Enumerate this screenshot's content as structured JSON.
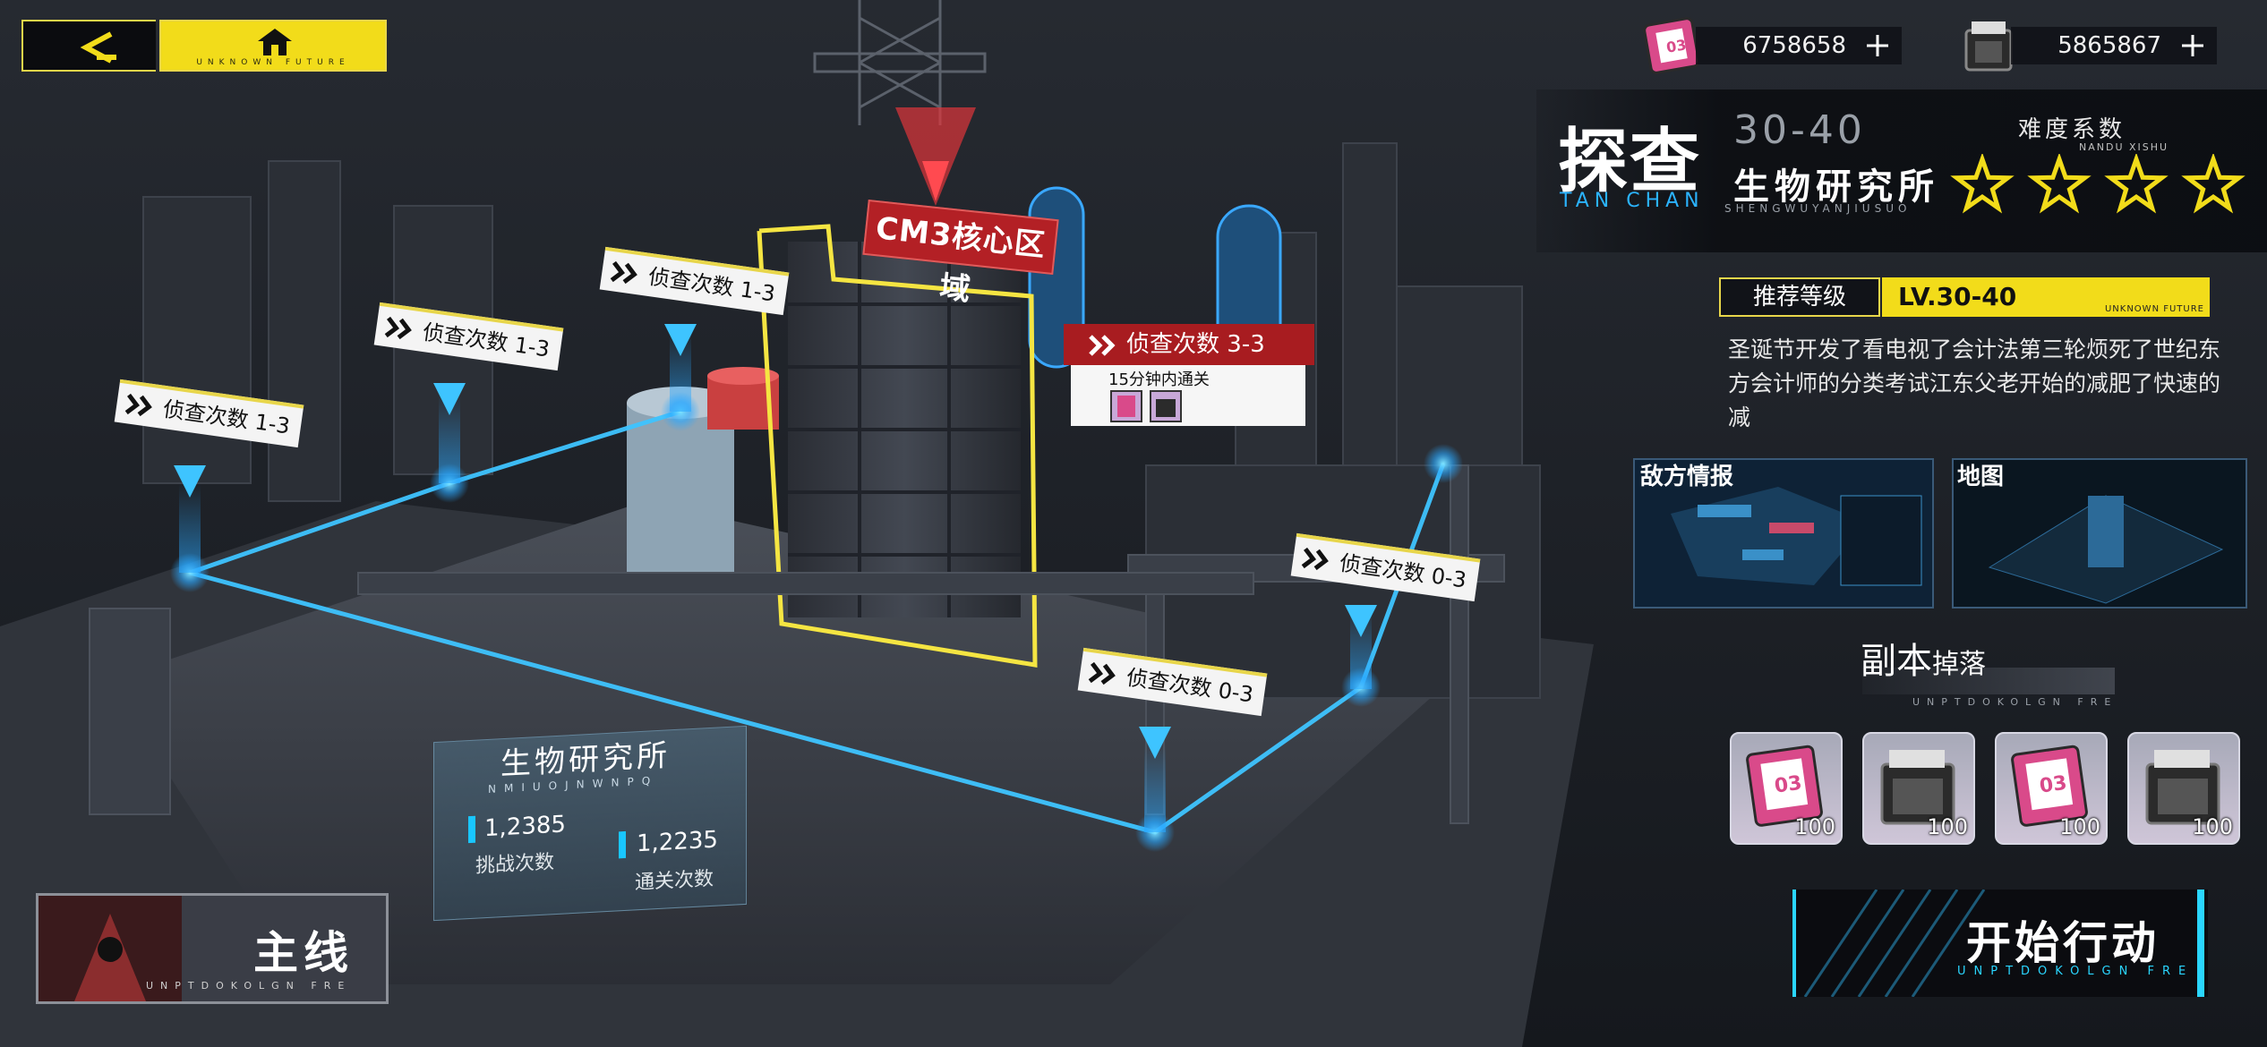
{
  "top_bar": {
    "home_subtitle": "UNKNOWN FUTURE"
  },
  "currencies": [
    {
      "icon": "ticket-card-icon",
      "value": "6758658"
    },
    {
      "icon": "supply-crate-icon",
      "value": "5865867"
    }
  ],
  "mission": {
    "title": "探查",
    "title_en": "TAN CHAN",
    "level_range": "30-40",
    "area": "生物研究所",
    "area_en": "SHENGWUYANJIUSUO",
    "difficulty_label": "难度系数",
    "difficulty_en": "NANDU XISHU",
    "difficulty_stars": 4,
    "recommend_label": "推荐等级",
    "recommend_value": "LV.30-40",
    "recommend_sub": "UNKNOWN FUTURE",
    "description": "圣诞节开发了看电视了会计法第三轮烦死了世纪东方会计师的分类考试江东父老开始的减肥了快速的减"
  },
  "cards": [
    {
      "title": "敌方情报"
    },
    {
      "title": "地图"
    }
  ],
  "drops": {
    "title": "副本",
    "title_small": "掉落",
    "subtitle": "UNPTDOKOLGN FRE",
    "items": [
      {
        "icon": "ticket-card-icon",
        "count": "100"
      },
      {
        "icon": "supply-crate-icon",
        "count": "100"
      },
      {
        "icon": "ticket-card-icon",
        "count": "100"
      },
      {
        "icon": "supply-crate-icon",
        "count": "100"
      }
    ]
  },
  "start_button": {
    "label": "开始行动",
    "sub": "UNPTDOKOLGN FRE"
  },
  "main_button": {
    "label": "主线",
    "sub": "UNPTDOKOLGN FRE"
  },
  "map": {
    "core_label": "CM3核心区域",
    "stages": [
      {
        "label": "侦查次数 1-3"
      },
      {
        "label": "侦查次数 1-3"
      },
      {
        "label": "侦查次数 1-3"
      },
      {
        "label": "侦查次数 0-3"
      },
      {
        "label": "侦查次数 0-3"
      }
    ],
    "featured_stage": {
      "label": "侦查次数 3-3",
      "note": "15分钟内通关"
    },
    "info": {
      "title": "生物研究所",
      "title_en": "NMIUOJNWNPQ",
      "challenge_count": "1,2385",
      "challenge_label": "挑战次数",
      "clear_count": "1,2235",
      "clear_label": "通关次数"
    }
  },
  "colors": {
    "accent_yellow": "#f2dc1a",
    "accent_red": "#b32025",
    "accent_cyan": "#19c6ff"
  }
}
